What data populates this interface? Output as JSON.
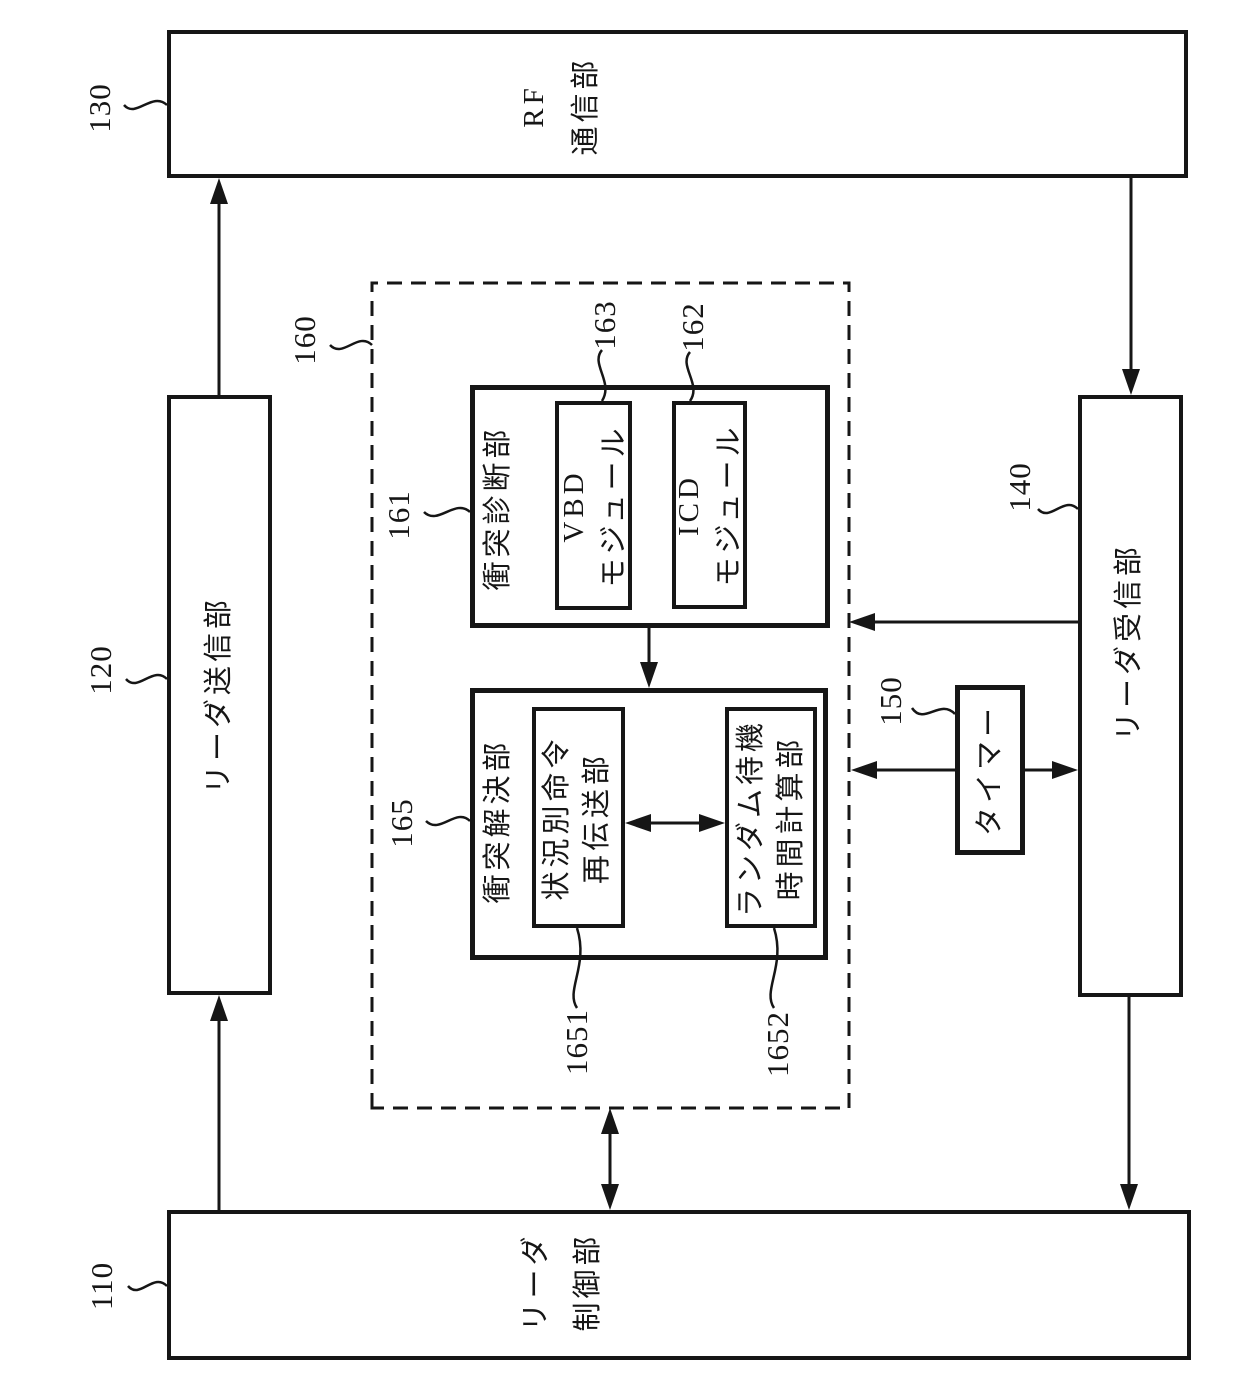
{
  "colors": {
    "ink": "#161616",
    "background": "#ffffff"
  },
  "blocks": {
    "reader_control": {
      "ref": "110",
      "lines": [
        "リーダ",
        "制御部"
      ]
    },
    "reader_transmitter": {
      "ref": "120",
      "lines": [
        "リーダ送信部"
      ]
    },
    "rf_communication": {
      "ref": "130",
      "lines": [
        "RF",
        "通信部"
      ]
    },
    "reader_receiver": {
      "ref": "140",
      "lines": [
        "リーダ受信部"
      ]
    },
    "timer": {
      "ref": "150",
      "lines": [
        "タイマー"
      ]
    },
    "collision_group": {
      "ref": "160"
    },
    "collision_diagnosis": {
      "ref": "161",
      "lines": [
        "衝突診断部"
      ]
    },
    "icd_module": {
      "ref": "162",
      "lines": [
        "ICD",
        "モジュール"
      ]
    },
    "vbd_module": {
      "ref": "163",
      "lines": [
        "VBD",
        "モジュール"
      ]
    },
    "collision_resolution": {
      "ref": "165",
      "lines": [
        "衝突解決部"
      ]
    },
    "situation_command_retransmitter": {
      "ref": "1651",
      "lines": [
        "状況別命令",
        "再伝送部"
      ]
    },
    "random_wait_time_calculator": {
      "ref": "1652",
      "lines": [
        "ランダム待機",
        "時間計算部"
      ]
    }
  }
}
